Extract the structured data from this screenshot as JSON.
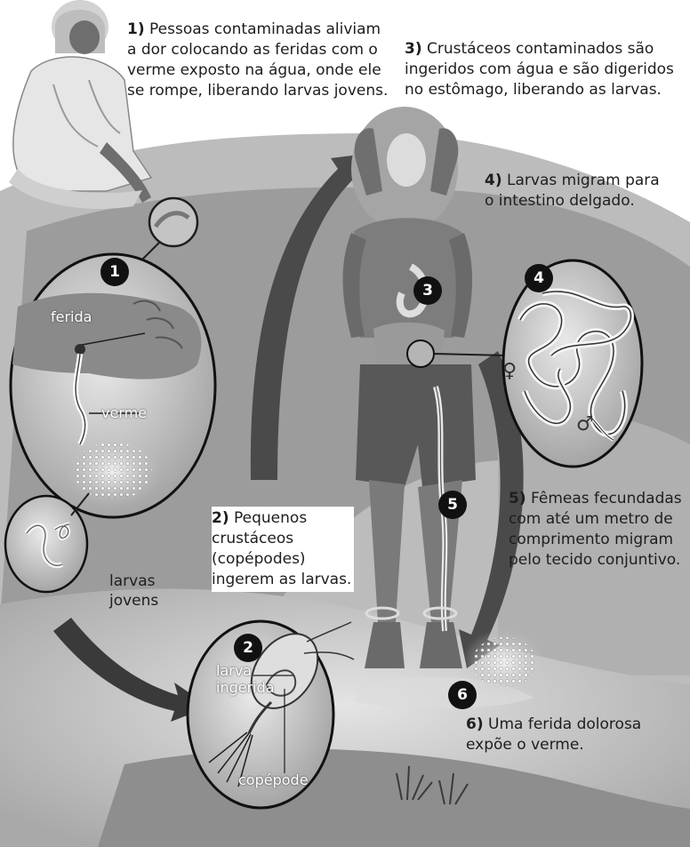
{
  "steps": [
    {
      "number": "1)",
      "text": "Pessoas contaminadas aliviam a dor colocando as feridas com o verme exposto na água, onde ele se rompe, liberando larvas jovens."
    },
    {
      "number": "2)",
      "text": "Pequenos crustáceos (copépodes) ingerem as larvas."
    },
    {
      "number": "3)",
      "text": "Crustáceos contaminados são ingeridos com água e são digeridos no estômago, liberando as larvas."
    },
    {
      "number": "4)",
      "text": "Larvas migram para o intestino delgado."
    },
    {
      "number": "5)",
      "text": "Fêmeas fecundadas com até um metro de comprimento migram pelo tecido conjuntivo."
    },
    {
      "number": "6)",
      "text": "Uma ferida dolorosa expõe o verme."
    }
  ],
  "badges": [
    "1",
    "2",
    "3",
    "4",
    "5",
    "6"
  ],
  "labels": {
    "ferida": "ferida",
    "verme": "verme",
    "larvas_jovens": "larvas\njovens",
    "larva_ingerida": "larva\ningerida",
    "copepode": "copépode"
  },
  "symbols": {
    "female": "♀",
    "male": "♂"
  },
  "colors": {
    "arrow": "#4a4a4a",
    "badge": "#111111",
    "water": "#cfcfcf",
    "skin": "#7d7d7d"
  }
}
